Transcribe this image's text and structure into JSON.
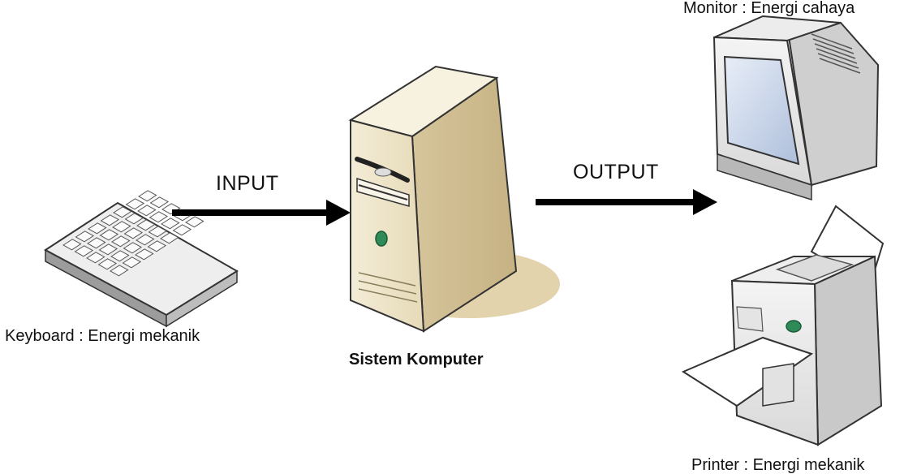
{
  "diagram": {
    "input_label": "INPUT",
    "output_label": "OUTPUT",
    "system_label": "Sistem Komputer",
    "keyboard_label": "Keyboard : Energi mekanik",
    "monitor_label": "Monitor : Energi cahaya",
    "printer_label": "Printer : Energi mekanik"
  },
  "icons": {
    "keyboard": "keyboard-icon",
    "computer": "computer-tower-icon",
    "monitor": "monitor-icon",
    "printer": "printer-icon",
    "input_arrow": "arrow-right-icon",
    "output_arrow": "arrow-right-icon"
  },
  "colors": {
    "arrow": "#000000",
    "tower_body": "#efe6cc",
    "tower_shadow": "#d8c79c",
    "device_body": "#e6e6e6",
    "screen": "#c7d3e6",
    "power_led": "#2e8b57"
  }
}
